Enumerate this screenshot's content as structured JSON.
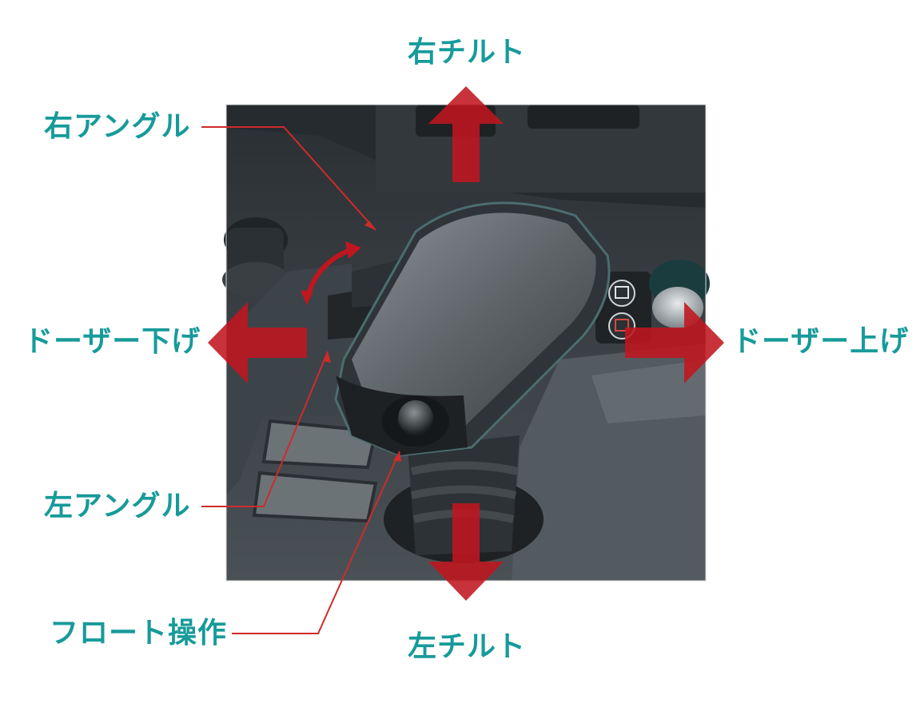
{
  "labels": {
    "right_tilt": "右チルト",
    "right_angle": "右アングル",
    "dozer_down": "ドーザー下げ",
    "dozer_up": "ドーザー上げ",
    "left_angle": "左アングル",
    "float_op": "フロート操作",
    "left_tilt": "左チルト"
  },
  "colors": {
    "label_text": "#179a9a",
    "arrow_red": "#c0161f",
    "leader_line": "#d02a2a",
    "console_dark": "#2f3438"
  },
  "icons": {
    "lever": "joystick-lever-photo"
  }
}
